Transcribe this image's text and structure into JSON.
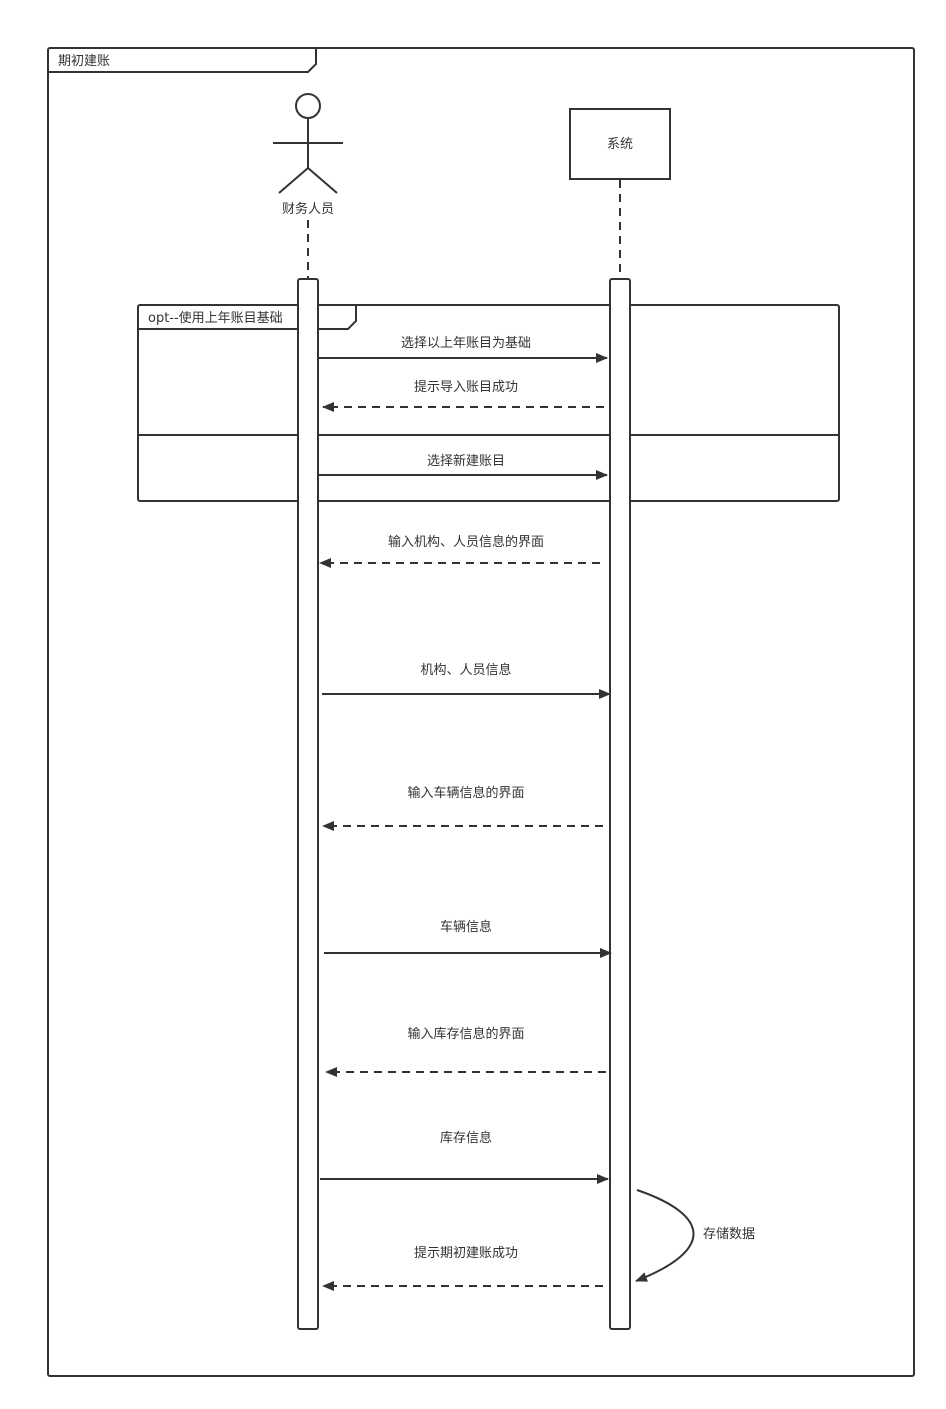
{
  "frame": {
    "title": "期初建账"
  },
  "actor": {
    "name": "财务人员"
  },
  "system": {
    "name": "系统"
  },
  "opt_fragment": {
    "label": "opt--使用上年账目基础"
  },
  "messages": [
    {
      "text": "选择以上年账目为基础",
      "direction": "to-system",
      "style": "solid"
    },
    {
      "text": "提示导入账目成功",
      "direction": "to-actor",
      "style": "dashed"
    },
    {
      "text": "选择新建账目",
      "direction": "to-system",
      "style": "solid"
    },
    {
      "text": "输入机构、人员信息的界面",
      "direction": "to-actor",
      "style": "dashed"
    },
    {
      "text": "机构、人员信息",
      "direction": "to-system",
      "style": "solid"
    },
    {
      "text": "输入车辆信息的界面",
      "direction": "to-actor",
      "style": "dashed"
    },
    {
      "text": "车辆信息",
      "direction": "to-system",
      "style": "solid"
    },
    {
      "text": "输入库存信息的界面",
      "direction": "to-actor",
      "style": "dashed"
    },
    {
      "text": "库存信息",
      "direction": "to-system",
      "style": "solid"
    },
    {
      "text": "提示期初建账成功",
      "direction": "to-actor",
      "style": "dashed"
    }
  ],
  "self_message": {
    "text": "存储数据"
  },
  "colors": {
    "line": "#333333",
    "background": "#ffffff"
  }
}
